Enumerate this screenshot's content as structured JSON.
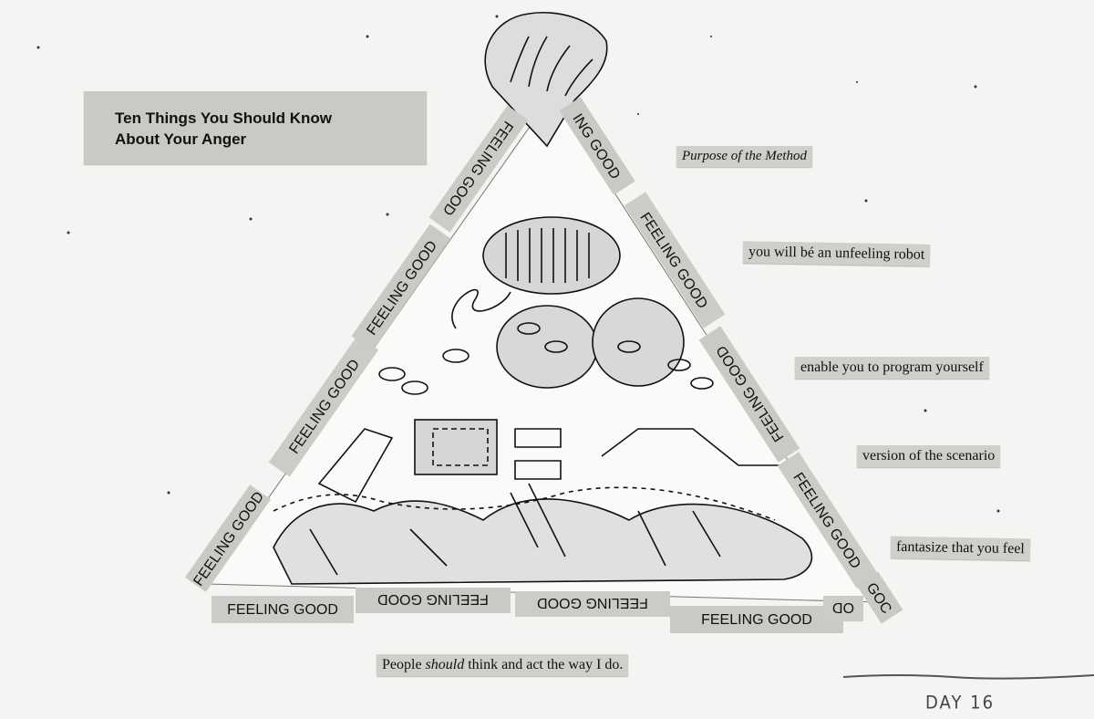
{
  "title_clipping": [
    "Ten Things You Should Know",
    "About Your Anger"
  ],
  "right_clippings": [
    "Purpose of the Method",
    "you will bé an unfeeling robot",
    "enable you to program yourself",
    "version of the scenario",
    "fantasize that you feel"
  ],
  "bottom_clipping": {
    "before": "People ",
    "emphasis": "should",
    "after": " think and act the way I do."
  },
  "strips": {
    "full": "FEELING GOOD",
    "partial_top": "ING GOOD",
    "partial_corner": "GOC",
    "partial_bottom": "OD"
  },
  "handwritten_label": "DAY 16"
}
